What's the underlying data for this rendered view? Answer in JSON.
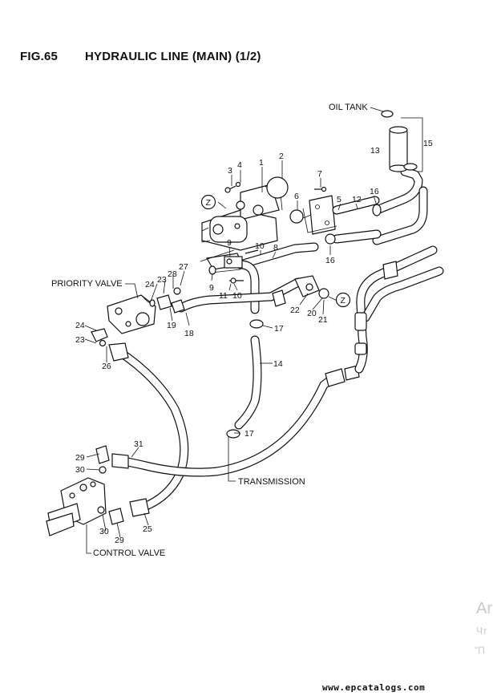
{
  "header": {
    "fig_no": "FIG.65",
    "title": "HYDRAULIC LINE (MAIN) (1/2)"
  },
  "labels": {
    "oil_tank": "OIL TANK",
    "priority_valve": "PRIORITY VALVE",
    "transmission": "TRANSMISSION",
    "control_valve": "CONTROL VALVE",
    "view_ref": "Z"
  },
  "callouts": [
    "1",
    "2",
    "3",
    "4",
    "5",
    "6",
    "7",
    "8",
    "9",
    "9",
    "10",
    "10",
    "11",
    "12",
    "13",
    "14",
    "15",
    "16",
    "16",
    "17",
    "17",
    "18",
    "19",
    "20",
    "21",
    "22",
    "23",
    "23",
    "24",
    "24",
    "25",
    "26",
    "27",
    "28",
    "29",
    "29",
    "30",
    "30",
    "31"
  ],
  "watermark": {
    "line1": "Ar",
    "line2": "Чт",
    "line3": "\"П"
  },
  "footer": {
    "site": "www.epcatalogs.com"
  }
}
